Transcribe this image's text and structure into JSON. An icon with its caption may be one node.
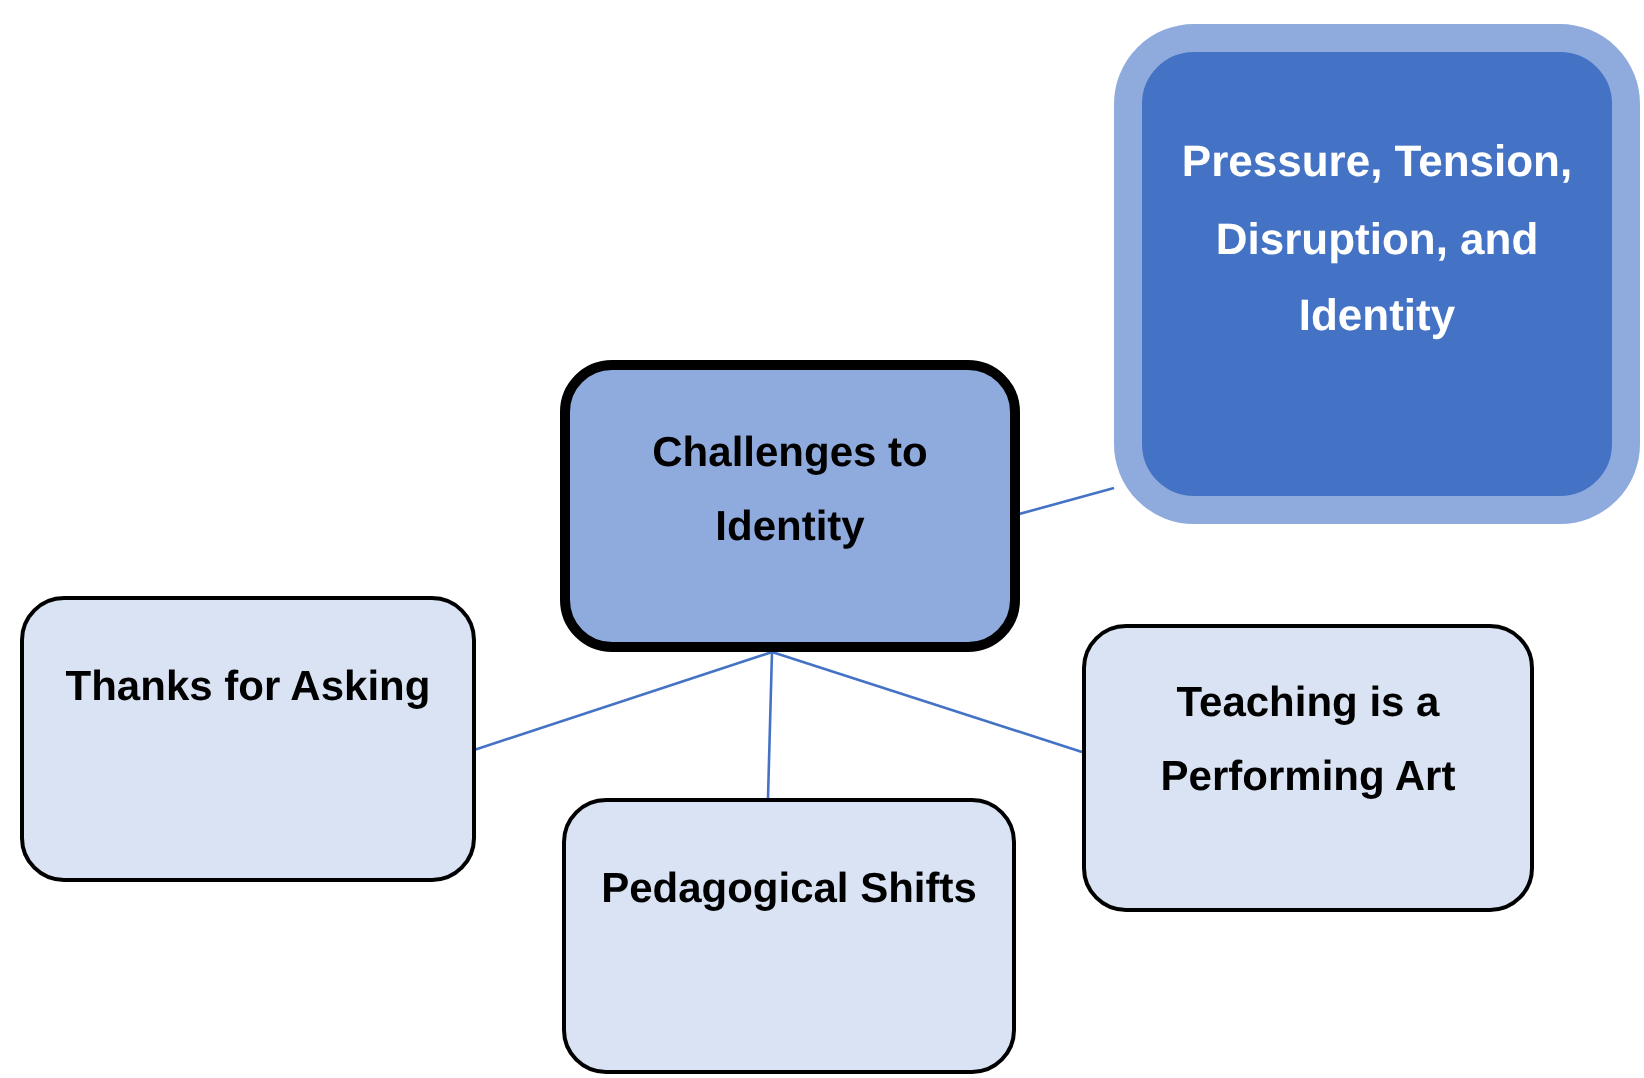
{
  "diagram": {
    "nodes": [
      {
        "text": [
          "Pressure, Tension, Disruption, and Identity"
        ]
      },
      {
        "text": [
          "Challenges to Identity"
        ]
      },
      {
        "text": [
          "Thanks for Asking"
        ]
      },
      {
        "text": [
          "Pedagogical Shifts"
        ]
      },
      {
        "text": [
          "Teaching is a Performing Art"
        ]
      }
    ],
    "edges": [
      {
        "from": 1,
        "to": 0,
        "arrow": "none"
      },
      {
        "from": 1,
        "to": 2,
        "arrow": "none"
      },
      {
        "from": 1,
        "to": 3,
        "arrow": "none"
      },
      {
        "from": 1,
        "to": 4,
        "arrow": "none"
      }
    ]
  }
}
